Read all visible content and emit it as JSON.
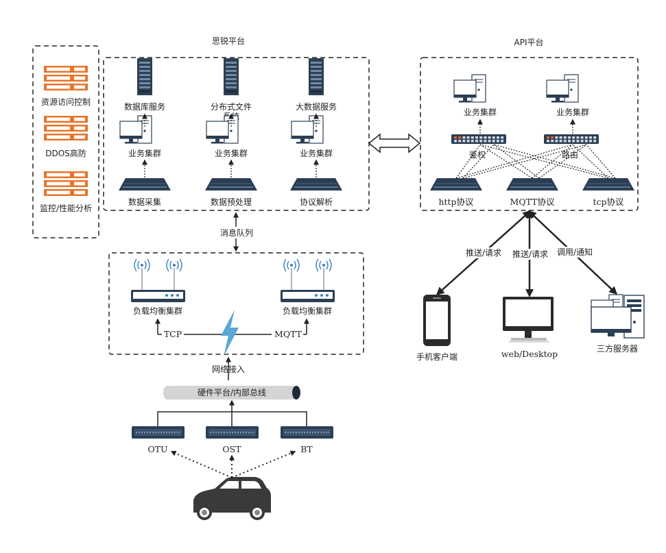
{
  "groups": {
    "left_panel": [
      "资源访问控制",
      "DDOS高防",
      "监控/性能分析"
    ],
    "sirui": {
      "title": "思锐平台",
      "servers": [
        "数据库服务",
        "分布式文件\n系统",
        "大数据服务"
      ],
      "clusters": [
        "业务集群",
        "业务集群",
        "业务集群"
      ],
      "entries": [
        "数据采集",
        "数据预处理",
        "协议解析"
      ]
    },
    "api": {
      "title": "API平台",
      "clusters": [
        "业务集群",
        "业务集群"
      ],
      "switches": [
        "鉴权",
        "路由"
      ],
      "protocols": [
        "http协议",
        "MQTT协议",
        "tcp协议"
      ]
    },
    "queue_label": "消息队列",
    "lb": {
      "items": [
        "负载均衡集群",
        "负载均衡集群"
      ],
      "tcp": "TCP",
      "mqtt": "MQTT"
    },
    "network_access": "网络接入",
    "bus_label": "硬件平台/内部总线",
    "devices": [
      "OTU",
      "OST",
      "BT"
    ],
    "clients": {
      "items": [
        "手机客户端",
        "web/Desktop",
        "三方服务器"
      ],
      "edges": [
        "推送/请求",
        "推送/请求",
        "调用/通知"
      ]
    }
  },
  "colors": {
    "orange": "#e8742a",
    "navy": "#2b3e54",
    "bolt": "#5aa7d6"
  }
}
